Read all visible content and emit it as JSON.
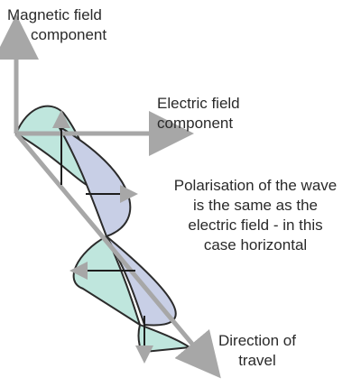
{
  "labels": {
    "magnetic": [
      "Magnetic field",
      "component"
    ],
    "electric": [
      "Electric field",
      "component"
    ],
    "polarisation": [
      "Polarisation of the wave",
      "is the same as the",
      "electric field - in this",
      "case horizontal"
    ],
    "direction": [
      "Direction of",
      "travel"
    ]
  },
  "colors": {
    "axis": "#a7a7a7",
    "magnetic_fill": "#bfe6dd",
    "electric_fill": "#c8cfe6",
    "outline": "#2b2b2b",
    "vector": "#1e1e1e",
    "text": "#2a2a2a"
  }
}
